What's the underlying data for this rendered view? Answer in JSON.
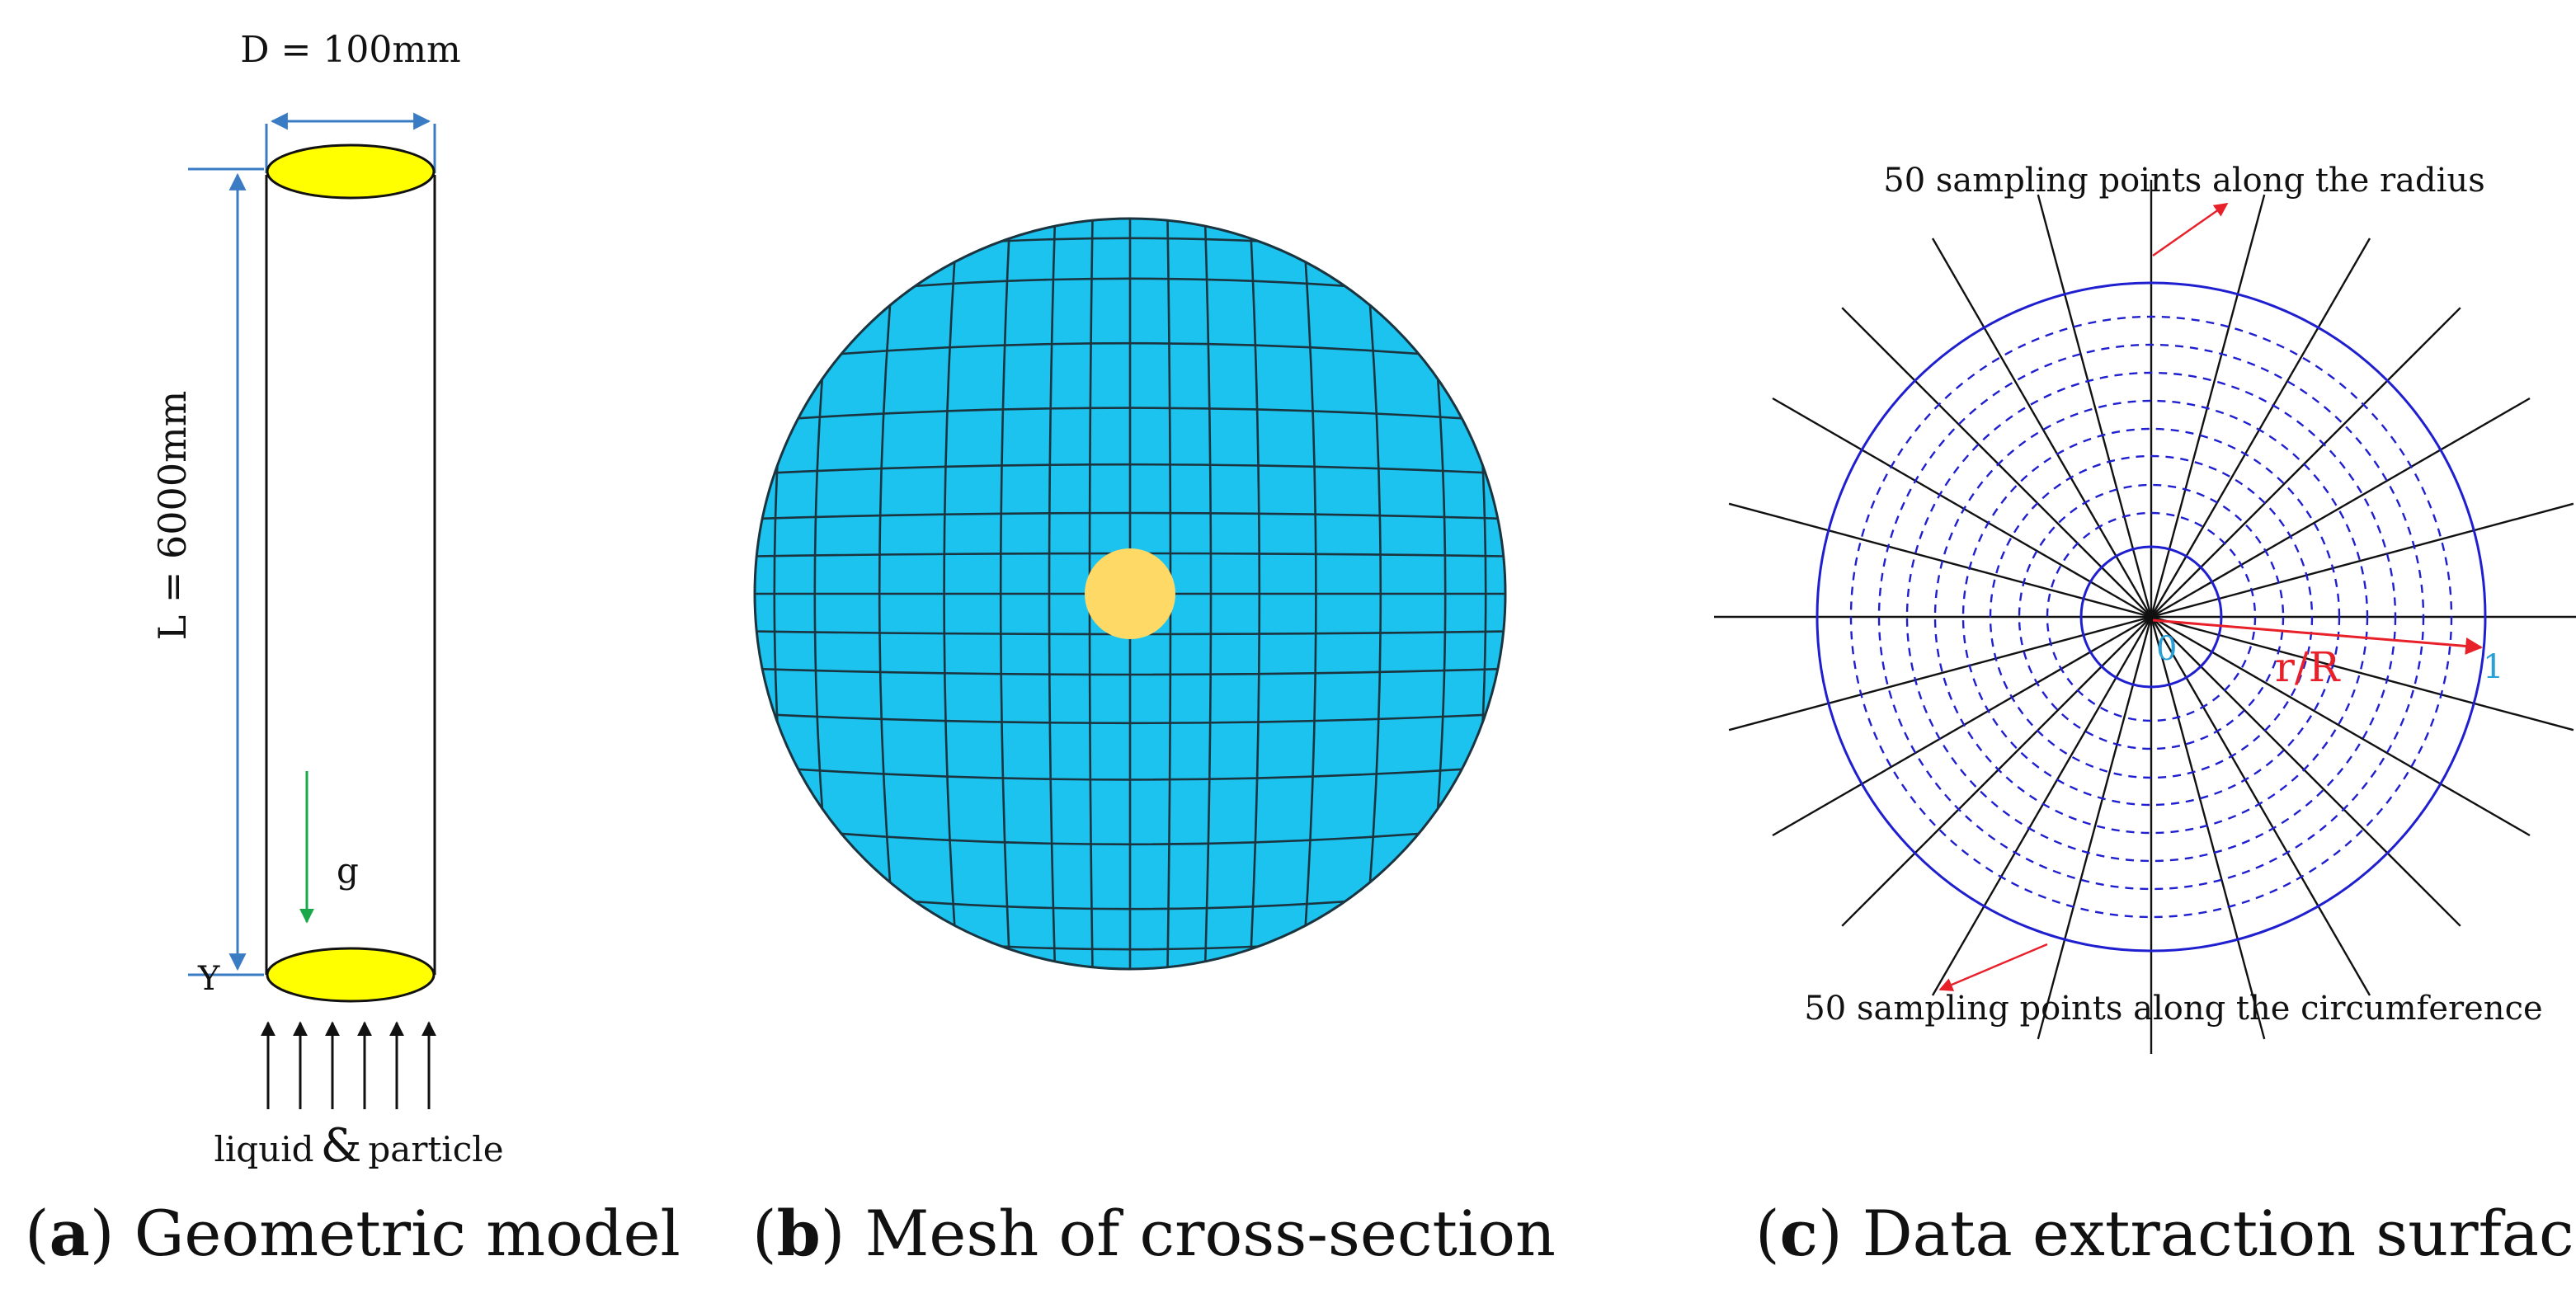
{
  "panel_a": {
    "diameter_label": "D = 100mm",
    "length_label": "L = 6000mm",
    "gravity_label": "g",
    "axis_label": "Y",
    "inlet_label_left": "liquid",
    "inlet_label_amp": "&",
    "inlet_label_right": "particle",
    "caption_letter": "a",
    "caption_text": "Geometric model",
    "colors": {
      "end_cap": "#ffff00",
      "dimension": "#3a7cc4",
      "gravity": "#1aa84b",
      "wall": "#111111"
    }
  },
  "panel_b": {
    "caption_letter": "b",
    "caption_text": "Mesh of cross-section",
    "colors": {
      "mesh_fill": "#1cc3ee",
      "mesh_line": "#1a3440",
      "center": "#ffd966"
    }
  },
  "panel_c": {
    "top_label": "50 sampling points along the radius",
    "bottom_label": "50 sampling points along the circumference",
    "radius_label": "r/R",
    "origin_label": "0",
    "edge_label": "1",
    "caption_letter": "c",
    "caption_text": "Data extraction surface",
    "colors": {
      "circle": "#1f1fd0",
      "ray": "#111111",
      "arrow": "#e8202a",
      "tick": "#2aa0d8"
    }
  }
}
